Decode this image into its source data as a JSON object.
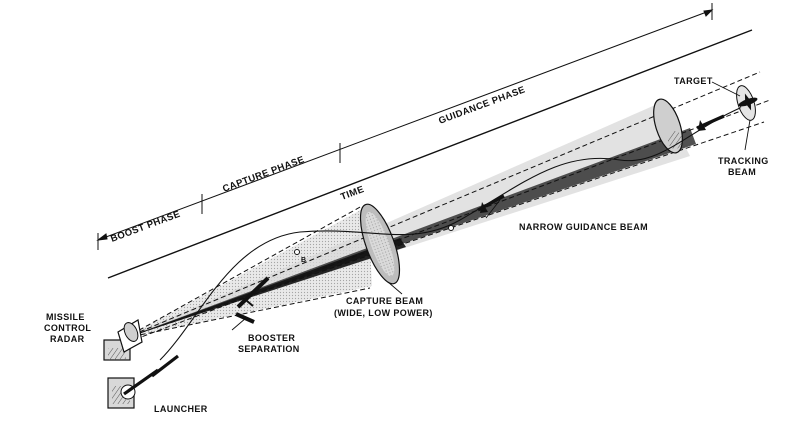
{
  "phases": {
    "boost": "BOOST PHASE",
    "capture": "CAPTURE PHASE",
    "guidance": "GUIDANCE PHASE",
    "time_axis": "TIME"
  },
  "labels": {
    "target": "TARGET",
    "tracking_beam_line1": "TRACKING",
    "tracking_beam_line2": "BEAM",
    "narrow_guidance_beam": "NARROW GUIDANCE BEAM",
    "capture_beam_line1": "CAPTURE BEAM",
    "capture_beam_line2": "(WIDE, LOW POWER)",
    "booster_separation_line1": "BOOSTER",
    "booster_separation_line2": "SEPARATION",
    "missile_control_radar_line1": "MISSILE",
    "missile_control_radar_line2": "CONTROL",
    "missile_control_radar_line3": "RADAR",
    "launcher": "LAUNCHER",
    "marker_b": "B"
  }
}
